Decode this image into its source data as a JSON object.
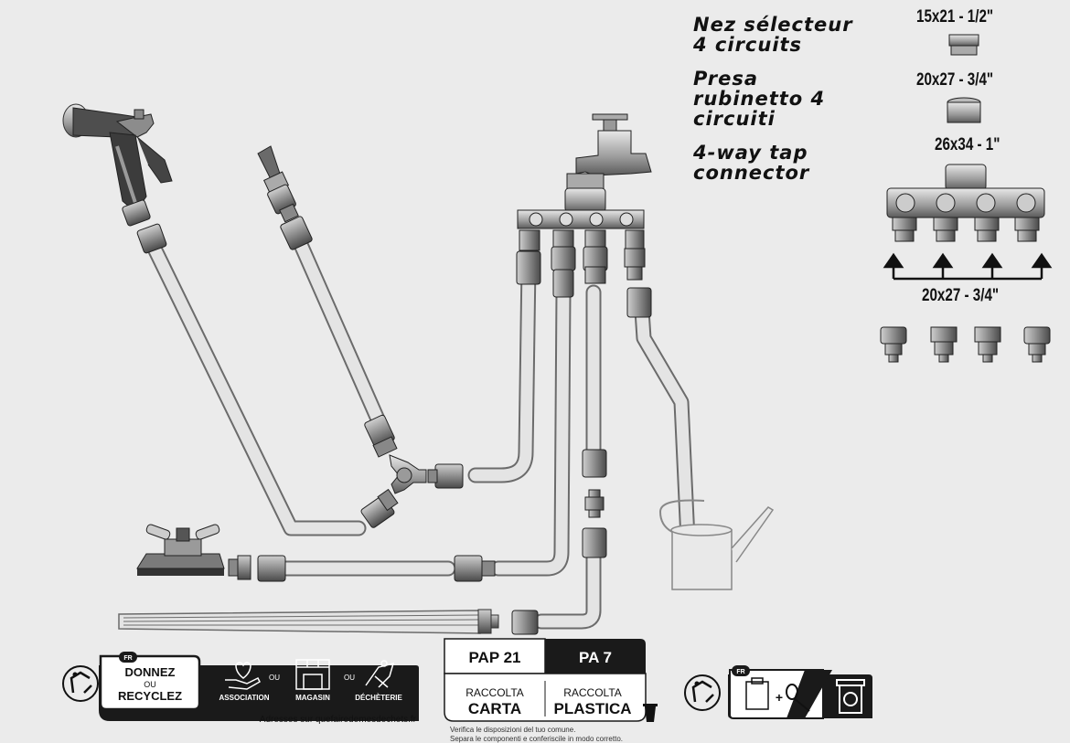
{
  "product": {
    "name_fr": [
      "Nez sélecteur",
      "4 circuits"
    ],
    "name_it": [
      "Presa",
      "rubinetto 4",
      "circuiti"
    ],
    "name_en": [
      "4-way tap",
      "connector"
    ]
  },
  "sizes": {
    "inlet_1": "15x21 - 1/2\"",
    "inlet_2": "20x27 - 3/4\"",
    "inlet_3": "26x34 - 1\"",
    "outlets": "20x27 - 3/4\""
  },
  "triman": {
    "badge": "FR",
    "line1": "DONNEZ",
    "line2": "OU",
    "line3": "RECYCLEZ",
    "option_1": "ASSOCIATION",
    "option_2": "MAGASIN",
    "option_3": "DÉCHÈTERIE",
    "separator": "OU",
    "website": "Adresses sur quefairedemesdechets.fr"
  },
  "italy": {
    "code_paper": "PAP 21",
    "code_plastic": "PA 7",
    "raccolta_1": "RACCOLTA",
    "material_1": "CARTA",
    "raccolta_2": "RACCOLTA",
    "material_2": "PLASTICA",
    "note_1": "Verifica le disposizioni del tuo comune.",
    "note_2": "Separa le componenti e conferiscile in modo corretto."
  },
  "triman2": {
    "badge": "FR",
    "plus": "+"
  },
  "colors": {
    "background": "#ebebeb",
    "hose_fill": "#e4e4e4",
    "hose_stroke": "#6b6b6b",
    "dark_panel": "#1a1a1a",
    "ink": "#111111"
  },
  "icons": [
    "tap-icon",
    "spray-gun-icon",
    "nozzle-icon",
    "sprinkler-icon",
    "watering-can-icon",
    "y-connector-icon",
    "arrow-up-icon",
    "recycle-icon",
    "heart-hand-icon",
    "shop-icon",
    "waste-center-icon",
    "trash-bin-icon",
    "box-icon",
    "hose-icon"
  ]
}
